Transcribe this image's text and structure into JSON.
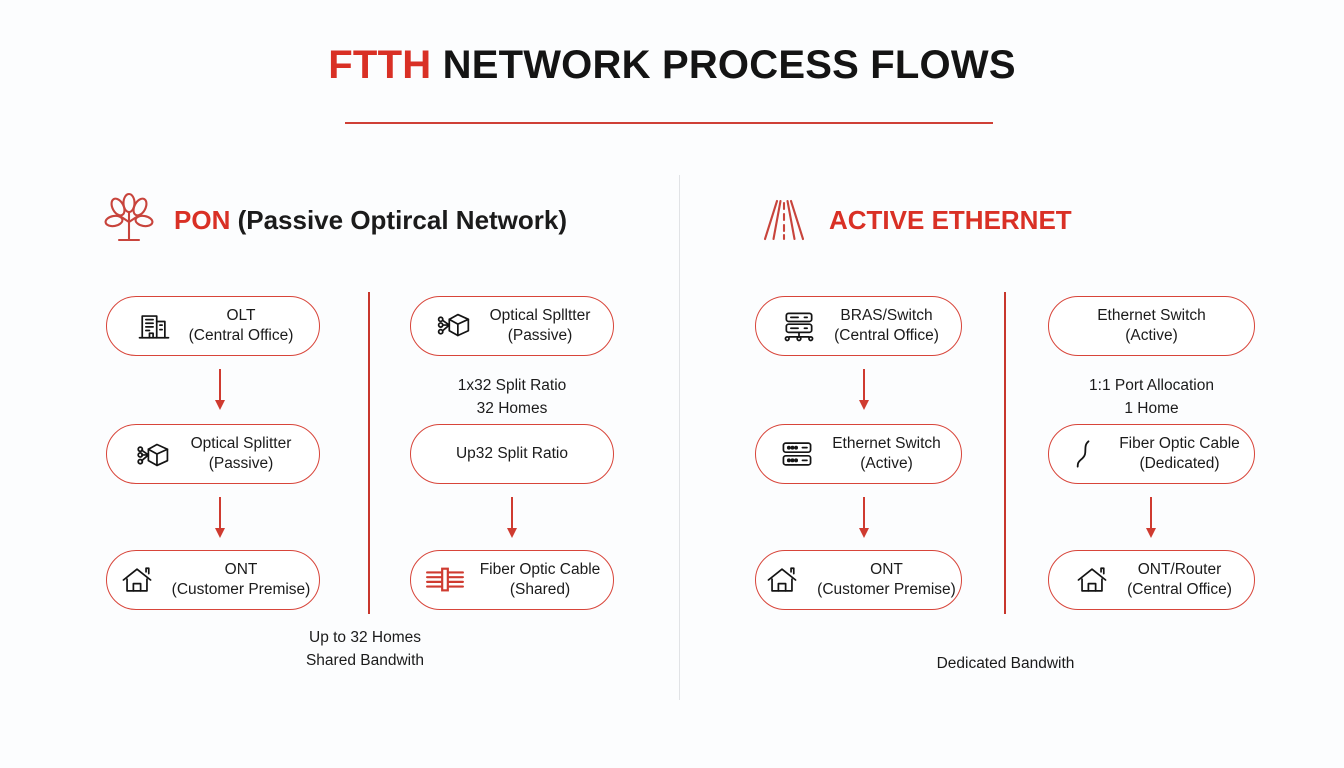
{
  "header": {
    "title_accent": "FTTH",
    "title_rest": " NETWORK PROCESS FLOWS"
  },
  "sections": [
    {
      "id": "pon",
      "icon": "tree-icon",
      "heading_accent": "PON",
      "heading_rest": " (Passive Optircal Network)",
      "columns": [
        {
          "id": "pon-left",
          "nodes": [
            {
              "icon": "building-icon",
              "line1": "OLT",
              "line2": "(Central Office)"
            },
            {
              "icon": "optical-splitter-icon",
              "line1": "Optical Splitter",
              "line2": "(Passive)"
            },
            {
              "icon": "house-icon",
              "line1": "ONT",
              "line2": "(Customer Premise)"
            }
          ]
        },
        {
          "id": "pon-right",
          "nodes": [
            {
              "icon": "optical-splitter-icon",
              "line1": "Optical Splltter",
              "line2": "(Passive)"
            },
            {
              "icon": "none",
              "line1": "Up32 Split Ratio",
              "line2": ""
            },
            {
              "icon": "fiber-ribbon-icon",
              "line1": "Fiber Optic Cable",
              "line2": "(Shared)"
            }
          ],
          "mid_caption_line1": "1x32 Split Ratio",
          "mid_caption_line2": "32 Homes"
        }
      ],
      "footer_line1": "Up to 32 Homes",
      "footer_line2": "Shared Bandwith"
    },
    {
      "id": "active-ethernet",
      "icon": "road-icon",
      "heading_accent": "ACTIVE ETHERNET",
      "heading_rest": "",
      "columns": [
        {
          "id": "ae-left",
          "nodes": [
            {
              "icon": "server-rack-icon",
              "line1": "BRAS/Switch",
              "line2": "(Central Office)"
            },
            {
              "icon": "network-switch-icon",
              "line1": "Ethernet Switch",
              "line2": "(Active)"
            },
            {
              "icon": "house-icon",
              "line1": "ONT",
              "line2": "(Customer Premise)"
            }
          ]
        },
        {
          "id": "ae-right",
          "nodes": [
            {
              "icon": "none",
              "line1": "Ethernet Switch",
              "line2": "(Active)"
            },
            {
              "icon": "fiber-strand-icon",
              "line1": "Fiber Optic Cable",
              "line2": "(Dedicated)"
            },
            {
              "icon": "house-icon",
              "line1": "ONT/Router",
              "line2": "(Central Office)"
            }
          ],
          "mid_caption_line1": "1:1 Port Allocation",
          "mid_caption_line2": "1 Home"
        }
      ],
      "footer_line1": "Dedicated Bandwith",
      "footer_line2": ""
    }
  ],
  "colors": {
    "accent_red": "#d93025",
    "border_red": "#d8453a",
    "divider_red": "#c8372d",
    "divider_gray": "#e1e3e6",
    "text_dark": "#1b1b1b",
    "background": "#fcfdfe"
  }
}
